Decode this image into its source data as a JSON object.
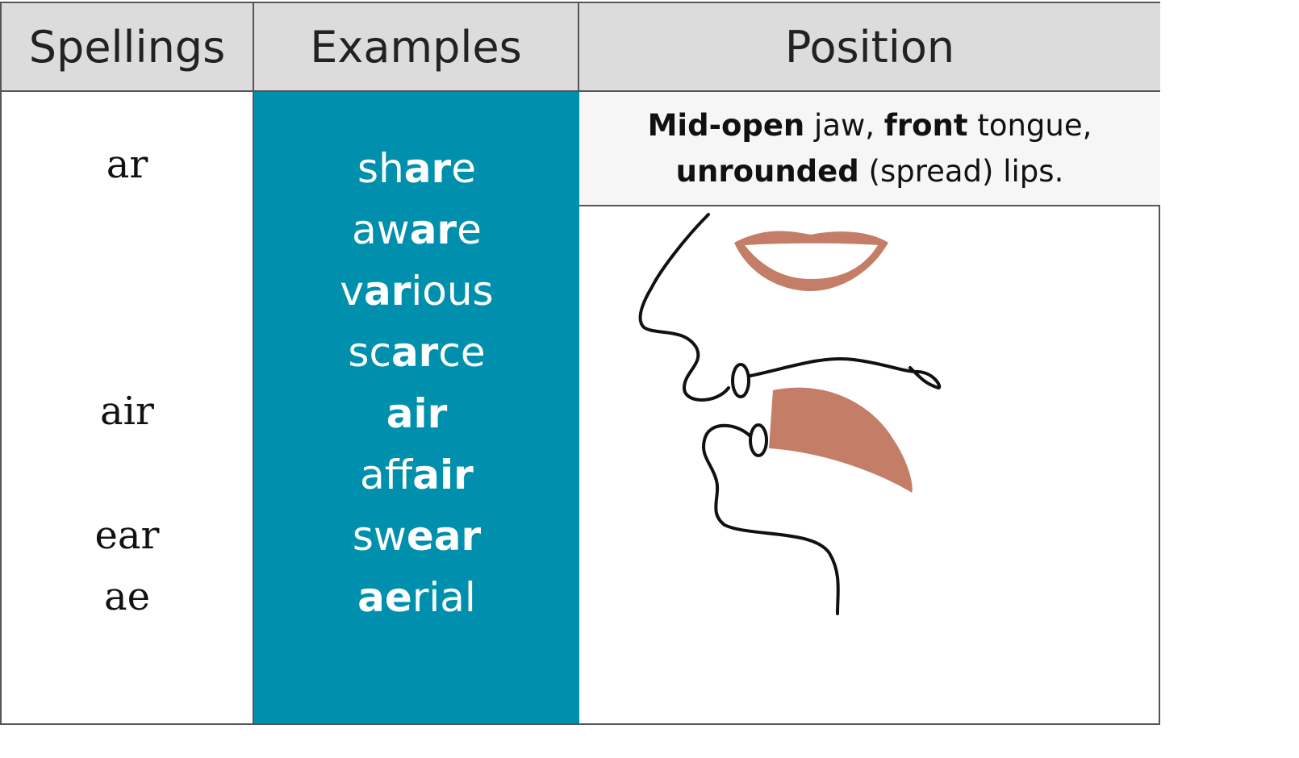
{
  "headers": {
    "spellings": "Spellings",
    "examples": "Examples",
    "position": "Position"
  },
  "spellings": [
    "ar",
    "air",
    "ear",
    "ae"
  ],
  "examples": [
    {
      "pre": "sh",
      "bold": "ar",
      "post": "e"
    },
    {
      "pre": "aw",
      "bold": "ar",
      "post": "e"
    },
    {
      "pre": "v",
      "bold": "ar",
      "post": "ious"
    },
    {
      "pre": "sc",
      "bold": "ar",
      "post": "ce"
    },
    {
      "pre": "",
      "bold": "air",
      "post": ""
    },
    {
      "pre": "aff",
      "bold": "air",
      "post": ""
    },
    {
      "pre": "sw",
      "bold": "ear",
      "post": ""
    },
    {
      "pre": "",
      "bold": "ae",
      "post": "rial"
    }
  ],
  "description": {
    "line1_bold1": "Mid-open",
    "line1_text1": " jaw, ",
    "line1_bold2": "front",
    "line1_text2": " tongue,",
    "line2_bold": "unrounded",
    "line2_text": " (spread) lips."
  },
  "colors": {
    "header_bg": "#dcdcdc",
    "examples_bg": "#0090ad",
    "lips_tongue": "#c47e67",
    "outline": "#111111"
  }
}
